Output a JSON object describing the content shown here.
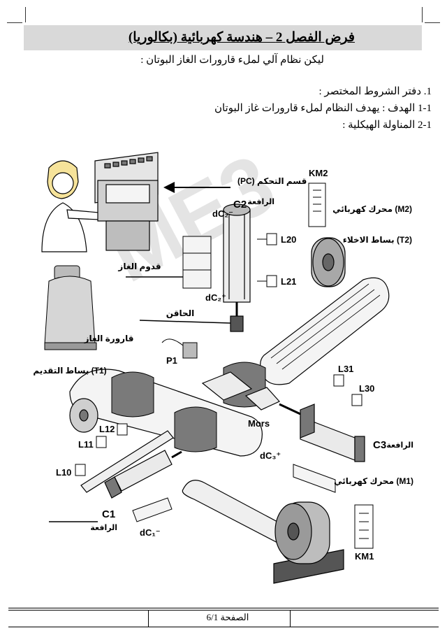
{
  "header": {
    "title": "فرض الفصل 2 – هندسة كهربائية (بكالوريا)",
    "intro": "ليكن نظام آلي لملء قارورات الغاز البوتان :"
  },
  "specs": {
    "line1": "1. دفتر الشروط المختصر :",
    "line2": "1-1   الهدف : يهدف النظام لملء قارورات غاز البوتان",
    "line3": "2-1   المناولة الهيكلية :"
  },
  "watermark": "ME3",
  "diagram": {
    "pc_label": "قسم التحكم (PC)",
    "lever_c2": "الرافعة",
    "c2": "C2",
    "dc2_minus": "dC₂⁻",
    "dc2_plus": "dC₂⁺",
    "gas_inlet": "قدوم الغاز",
    "injector": "الحاقن",
    "l20": "L20",
    "l21": "L21",
    "km2": "KM2",
    "motor_m2": "محرك كهربائي (M2)",
    "belt_t2": "بساط الاخلاء (T2)",
    "gas_bottle": "قارورة الغاز",
    "belt_t1": "بساط التقديم (T1)",
    "p1": "P1",
    "l31": "L31",
    "l30": "L30",
    "l12": "L12",
    "l11": "L11",
    "l10": "L10",
    "mors": "Mors",
    "c3": "C3",
    "lever_c3": "الرافعة",
    "dc3_plus": "dC₃⁺",
    "motor_m1": "محرك كهربائي (M1)",
    "c1": "C1",
    "lever_c1": "الرافعة",
    "dc1_minus": "dC₁⁻",
    "km1": "KM1"
  },
  "footer": {
    "page": "الصفحة 6/1"
  }
}
